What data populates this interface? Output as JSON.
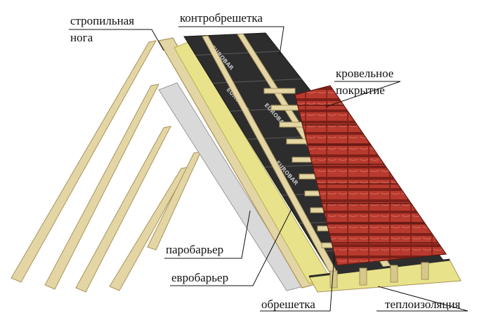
{
  "labels": {
    "rafter_leg_line1": "стропильная",
    "rafter_leg_line2": "нога",
    "counter_batten": "контробрешетка",
    "roof_covering_line1": "кровельное",
    "roof_covering_line2": "покрытие",
    "vapor_barrier": "паробарьер",
    "eurobarrier": "евробарьер",
    "batten": "обрешетка",
    "thermal_insulation": "теплоизоляция"
  },
  "membrane_print": "EUROBAR",
  "colors": {
    "wood": "#e3d6a4",
    "wood_edge": "#a8925a",
    "insulation": "#e8e28a",
    "vapor_barrier": "#d9d9d9",
    "membrane": "#2d2d2d",
    "tile": "#b83a2e",
    "tile_dark": "#7c2019",
    "leader_line": "#111111"
  }
}
